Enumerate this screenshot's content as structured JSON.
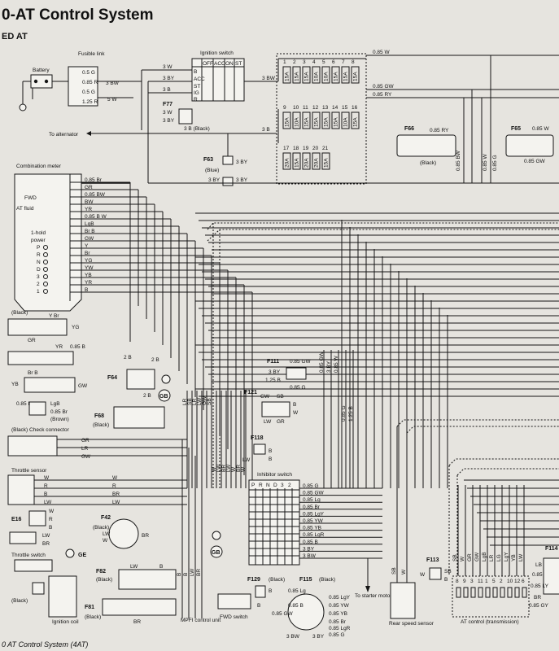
{
  "title": "0-AT Control System",
  "subtitle": "ED AT",
  "footer": "0 AT Control System (4AT)",
  "components": {
    "battery": "Battery",
    "fusible_link": "Fusible link",
    "ignition_switch": "Ignition switch",
    "ign_cols": [
      "OFF",
      "ACC",
      "ON",
      "ST"
    ],
    "ign_rows": [
      "B",
      "ACC",
      "ST",
      "IG",
      "R"
    ],
    "to_alternator": "To alternator",
    "combination_meter": "Combination meter",
    "fwd": "FWD",
    "at_fluid": "AT fluid",
    "hold": "1-hold",
    "power": "power",
    "prnd": [
      "P",
      "R",
      "N",
      "D",
      "3",
      "2",
      "1"
    ],
    "check_connector": "(Black) Check connector",
    "throttle_sensor": "Throttle sensor",
    "throttle_switch": "Throttle switch",
    "inhibitor_switch": "Inhibitor switch",
    "inhibitor_cols": [
      "P",
      "R",
      "N",
      "D",
      "3",
      "2"
    ],
    "to_starter_motor": "To starter motor",
    "rear_speed_sensor": "Rear speed sensor",
    "at_control": "AT control (transmission)",
    "mpfi": "MPFI control unit",
    "fwd_switch": "FWD switch",
    "ignition_coil": "Ignition coil"
  },
  "connectors": {
    "F77": "F77",
    "F63": "F63",
    "F66": "F66",
    "F65": "F65",
    "F64": "F64",
    "F68": "F68",
    "F111": "F111",
    "F121": "F121",
    "F118": "F118",
    "F42": "F42",
    "F82": "F82",
    "F81": "F81",
    "F129": "F129",
    "F115": "F115",
    "F113": "F113",
    "F114": "F114",
    "E16": "E16",
    "GB1": "GB",
    "GE": "GE",
    "GB2": "GB",
    "black": "(Black)",
    "blue": "(Blue)",
    "brown": "(Brown)",
    "black_3b": "3 B (Black)"
  },
  "fuses": {
    "row1": [
      "1",
      "2",
      "3",
      "4",
      "5",
      "6",
      "7",
      "8"
    ],
    "row2": [
      "9",
      "10",
      "11",
      "12",
      "13",
      "14",
      "15",
      "16"
    ],
    "row3": [
      "17",
      "18",
      "19",
      "20",
      "21"
    ],
    "ratings": [
      "15A",
      "15A",
      "15A",
      "10A",
      "10A",
      "15A",
      "15A",
      "15A"
    ],
    "ratings2": [
      "15A",
      "10A",
      "15A",
      "15A",
      "15A",
      "15A",
      "10A",
      "15A"
    ],
    "ratings3": [
      "20A",
      "15A",
      "20A",
      "20A",
      "15A"
    ],
    "fl_ratings": [
      "0.5 G",
      "0.85 R",
      "0.5 G",
      "1.25 R"
    ]
  },
  "wires": {
    "w_3bw": "3 BW",
    "w_5w": "5 W",
    "w_3w": "3 W",
    "w_3by": "3 BY",
    "w_3by2": "3 BY",
    "w_3b": "3 B",
    "w_085w": "0.85 W",
    "w_085gw": "0.85 GW",
    "w_085ry": "0.85 RY",
    "w_085ry2": "0.85 RY",
    "w_085bw": "0.85 BW",
    "w_085w2": "0.85 W",
    "w_085g": "0.85 G",
    "w_085gw2": "0.85 GW",
    "w_3bw_top": "3 BW",
    "w_3by_f63": "3 BY",
    "w_3by_f63b": "3 BY",
    "meter": [
      "0.85 Br",
      "GR",
      "0.85 BW",
      "BW",
      "YR",
      "0.85 B W",
      "LgB",
      "Br B",
      "GW",
      "Y",
      "Br",
      "YG",
      "YW",
      "YB",
      "YR",
      "B"
    ],
    "f_yg": "YG",
    "f_ybr": "Y Br",
    "f_gr": "GR",
    "f_yr": "YR",
    "f_085b": "0.85 B",
    "f_brb": "Br B",
    "f_gw": "GW",
    "f_yb": "YB",
    "f_lgb": "LgB",
    "f_085br": "0.85 Br",
    "f_2b": "2 B",
    "f_2b2": "2 B",
    "f_2bb": "2 B",
    "chk_gr": "GR",
    "chk_lr": "LR",
    "chk_gw": "GW",
    "ts_w": "W",
    "ts_r": "R",
    "ts_b": "B",
    "ts_lw": "LW",
    "ts_w2": "W",
    "ts_r2": "R",
    "ts_br": "BR",
    "ts_lw2": "LW",
    "e16_w": "W",
    "e16_r": "R",
    "e16_b": "B",
    "ts_lw3": "LW",
    "ts_br2": "BR",
    "f42_lw": "LW",
    "f42_w": "W",
    "f42_br": "BR",
    "f111": [
      "0.85 GW",
      "3 BY",
      "1.25 B",
      "0.85 G"
    ],
    "f121": [
      "GW",
      "SB",
      "B",
      "W",
      "LW",
      "GR"
    ],
    "f118": [
      "LW",
      "B"
    ],
    "vert": [
      "LR",
      "SB",
      "LR",
      "LW",
      "GW",
      "SB",
      "W",
      "LW",
      "BR",
      "LW",
      "W",
      "BR",
      "W"
    ],
    "inh": [
      "0.85 G",
      "0.85 GW",
      "0.85 Lg",
      "0.85 Br",
      "0.85 LgY",
      "0.85 YW",
      "0.85 YB",
      "0.85 LgR",
      "0.85 B",
      "3 BY",
      "3 BW"
    ],
    "vert2": [
      "0.85 GW",
      "3 BY",
      "0.85 W",
      "0.85 G",
      "1.25 B"
    ],
    "f113": [
      "SB",
      "W",
      "B"
    ],
    "f129": [
      "B",
      "B"
    ],
    "f115": [
      "0.85 Lg",
      "0.85 B",
      "0.85 LgY",
      "0.85 YW",
      "0.85 YB",
      "0.85 GW",
      "0.85 Br",
      "0.85 LgR",
      "0.85 G",
      "3 BW",
      "3 BY"
    ],
    "atc_cols": [
      "8",
      "9",
      "3",
      "11",
      "1",
      "5",
      "2",
      "10",
      "12",
      "6"
    ],
    "atc_wires": [
      "SB",
      "W",
      "GR",
      "GW",
      "LgB",
      "LR",
      "LG",
      "LgY",
      "YB",
      "LW"
    ],
    "f82": [
      "LW",
      "B",
      "BR"
    ],
    "f81": [
      "BR"
    ],
    "mpfi": [
      "B",
      "B",
      "LW",
      "BR"
    ],
    "f64_2b": "2 B",
    "f114": [
      "LB",
      "0.85",
      "0.85 LY",
      "BR",
      "0.85 GY"
    ]
  }
}
